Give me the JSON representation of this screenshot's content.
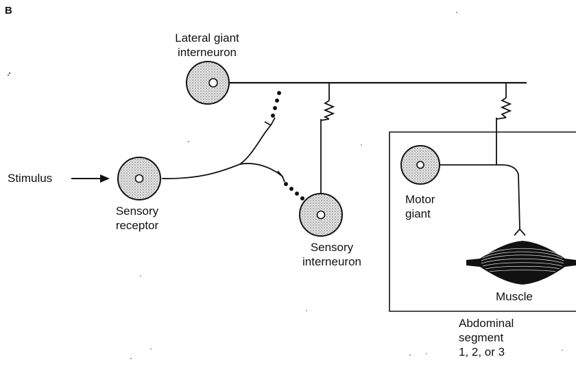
{
  "panel_letter": "B",
  "labels": {
    "lateral_giant_line1": "Lateral giant",
    "lateral_giant_line2": "interneuron",
    "stimulus": "Stimulus",
    "sensory_receptor_line1": "Sensory",
    "sensory_receptor_line2": "receptor",
    "sensory_interneuron_line1": "Sensory",
    "sensory_interneuron_line2": "interneuron",
    "motor_giant_line1": "Motor",
    "motor_giant_line2": "giant",
    "muscle": "Muscle",
    "segment_line1": "Abdominal",
    "segment_line2": "segment",
    "segment_line3": "1, 2, or 3"
  },
  "colors": {
    "ink": "#111111",
    "cell_fill": "#cfcfcf",
    "background": "#ffffff"
  }
}
